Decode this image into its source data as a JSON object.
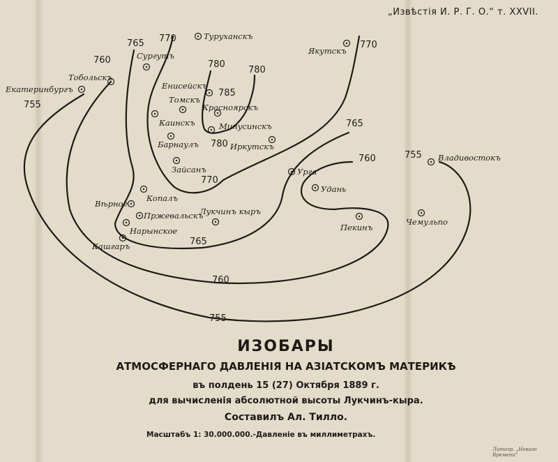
{
  "header": {
    "journal_ref": "„Извѣстія И. Р. Г. О.“ т. XXVII."
  },
  "title": {
    "main": "ИЗОБАРЫ",
    "subtitle": "АТМОСФЕРНАГО ДАВЛЕНІЯ НА АЗІАТСКОМЪ МАТЕРИКѢ",
    "date_line": "въ полдень 15 (27) Октября 1889 г.",
    "purpose_line": "для вычисленія абсолютной высоты Лукчинъ-кыра.",
    "author_line": "Составилъ Ал. Тилло."
  },
  "scale_line": "Масштабъ 1: 30.000.000.-Давленіе въ миллиметрахъ.",
  "printer_credit": "Литогр. „Новаго Времени“",
  "colors": {
    "paper": "#e4dccb",
    "ink": "#1d1a16"
  },
  "cities": [
    {
      "name": "Екатеринбургъ",
      "symbol": "circled-dot-icon"
    },
    {
      "name": "Тобольскъ",
      "symbol": "circled-dot-icon"
    },
    {
      "name": "Сургутъ",
      "symbol": "circled-dot-icon"
    },
    {
      "name": "Туруханскъ",
      "symbol": "circled-dot-icon"
    },
    {
      "name": "Якутскъ",
      "symbol": "circled-dot-icon"
    },
    {
      "name": "Енисейскъ",
      "symbol": "circled-dot-icon"
    },
    {
      "name": "Томскъ",
      "symbol": "circled-dot-icon"
    },
    {
      "name": "Красноярскъ",
      "symbol": "circled-dot-icon"
    },
    {
      "name": "Каинскъ",
      "symbol": "circled-dot-icon"
    },
    {
      "name": "Минусинскъ",
      "symbol": "circled-dot-icon"
    },
    {
      "name": "Барнаулъ",
      "symbol": "circled-dot-icon"
    },
    {
      "name": "Иркутскъ",
      "symbol": "circled-dot-icon"
    },
    {
      "name": "Зайсанъ",
      "symbol": "circled-dot-icon"
    },
    {
      "name": "Урга",
      "symbol": "circled-dot-icon"
    },
    {
      "name": "Копалъ",
      "symbol": "circled-dot-icon"
    },
    {
      "name": "Удань",
      "symbol": "circled-dot-icon"
    },
    {
      "name": "Вѣрное",
      "symbol": "circled-dot-icon"
    },
    {
      "name": "Лукчинъ кыръ",
      "symbol": "circled-dot-icon"
    },
    {
      "name": "Пржевальскъ",
      "symbol": "circled-dot-icon"
    },
    {
      "name": "Нарынское",
      "symbol": "circled-dot-icon"
    },
    {
      "name": "Кашгаръ",
      "symbol": "circled-dot-icon"
    },
    {
      "name": "Пекинъ",
      "symbol": "circled-dot-icon"
    },
    {
      "name": "Чемульпо",
      "symbol": "circled-dot-icon"
    },
    {
      "name": "Владивостокъ",
      "symbol": "circled-dot-icon"
    }
  ],
  "isobar_labels": [
    "755",
    "755",
    "755",
    "760",
    "760",
    "760",
    "765",
    "765",
    "765",
    "770",
    "770",
    "770",
    "780",
    "780",
    "780",
    "785"
  ]
}
